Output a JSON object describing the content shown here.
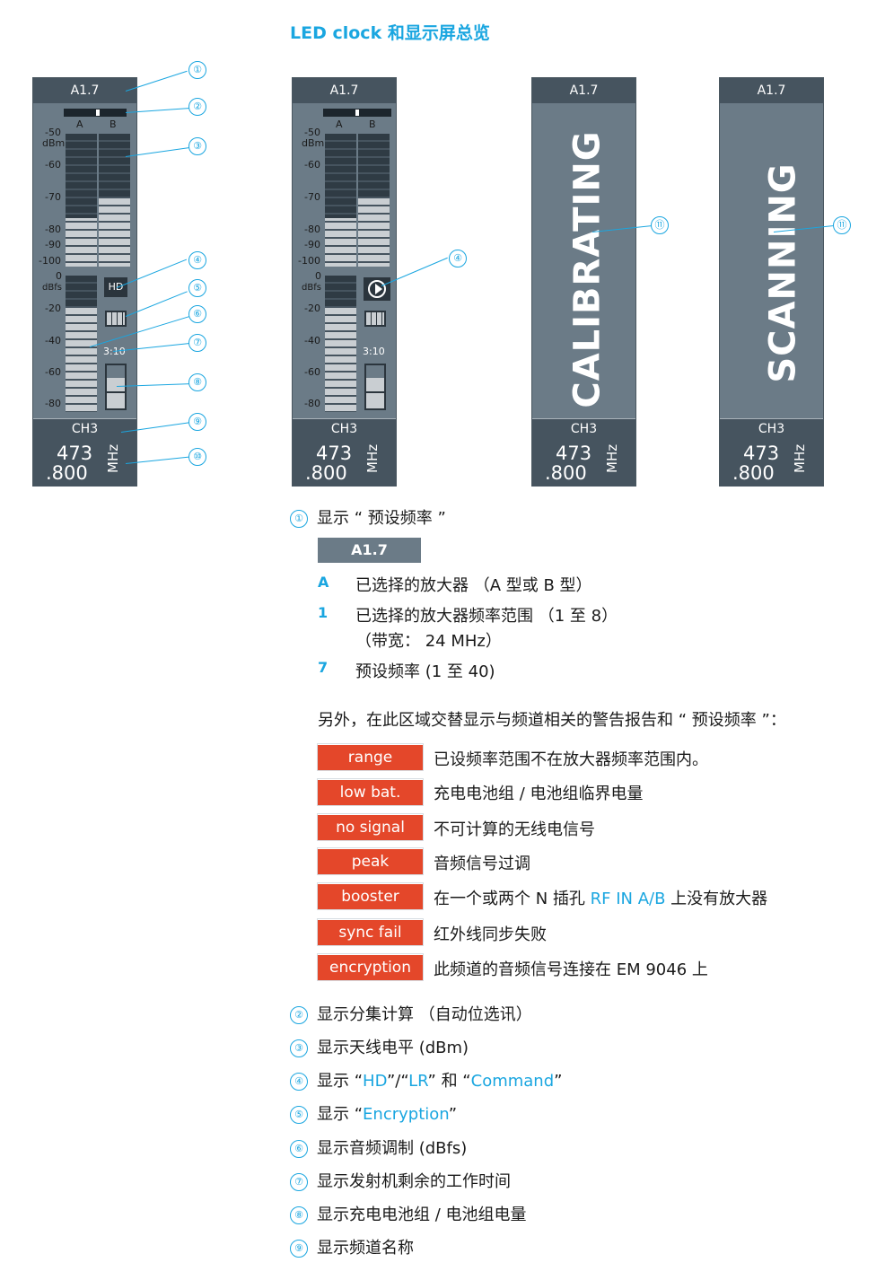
{
  "title": "LED clock 和显示屏总览",
  "panel": {
    "preset": "A1.7",
    "channel": "CH3",
    "freq_top": "473",
    "freq_bottom": ".800",
    "unit": "MHz",
    "col_a": "A",
    "col_b": "B",
    "dbm_label": "dBm",
    "dbfs_label": "dBfs",
    "rf_ticks": [
      "-50",
      "-60",
      "-70",
      "-80",
      "-90",
      "-100"
    ],
    "af_ticks": [
      "0",
      "-20",
      "-40",
      "-60",
      "-80"
    ],
    "hd_badge": "HD",
    "time": "3:10"
  },
  "overlay": {
    "calibrating": "CALIBRATING",
    "scanning": "SCANNING"
  },
  "callouts": [
    "①",
    "②",
    "③",
    "④",
    "⑤",
    "⑥",
    "⑦",
    "⑧",
    "⑨",
    "⑩",
    "⑪"
  ],
  "section1": {
    "title": "显示 “ 预设频率 ”",
    "chip": "A1.7",
    "rows": [
      {
        "letter": "A",
        "text": "已选择的放大器 （A 型或 B 型）"
      },
      {
        "letter": "1",
        "text": "已选择的放大器频率范围 （1 至 8）",
        "text2": "（带宽： 24 MHz）"
      },
      {
        "letter": "7",
        "text": "预设频率 (1 至 40)"
      }
    ],
    "note": "另外，在此区域交替显示与频道相关的警告报告和 “ 预设频率 ”："
  },
  "warnings": [
    {
      "label": "range",
      "desc": "已设频率范围不在放大器频率范围内。"
    },
    {
      "label": "low bat.",
      "desc": "充电电池组 / 电池组临界电量"
    },
    {
      "label": "no signal",
      "desc": "不可计算的无线电信号"
    },
    {
      "label": "peak",
      "desc": "音频信号过调"
    },
    {
      "label": "booster",
      "desc_pre": "在一个或两个 N 插孔 ",
      "desc_hl": "RF IN A/B",
      "desc_post": " 上没有放大器"
    },
    {
      "label": "sync fail",
      "desc": "红外线同步失败"
    },
    {
      "label": "encryption",
      "desc": "此频道的音频信号连接在 EM 9046 上"
    }
  ],
  "items": [
    {
      "num": "②",
      "text": "显示分集计算 （自动位选讯）"
    },
    {
      "num": "③",
      "text": "显示天线电平 (dBm)"
    },
    {
      "num": "④",
      "pre": "显示 “",
      "hl1": "HD",
      "mid1": "”/“",
      "hl2": "LR",
      "mid2": "” 和 “",
      "hl3": "Command",
      "post": "”"
    },
    {
      "num": "⑤",
      "pre": "显示 “",
      "hl1": "Encryption",
      "post": "”"
    },
    {
      "num": "⑥",
      "text": "显示音频调制 (dBfs)"
    },
    {
      "num": "⑦",
      "text": "显示发射机剩余的工作时间"
    },
    {
      "num": "⑧",
      "text": "显示充电电池组 / 电池组电量"
    },
    {
      "num": "⑨",
      "text": "显示频道名称"
    }
  ]
}
